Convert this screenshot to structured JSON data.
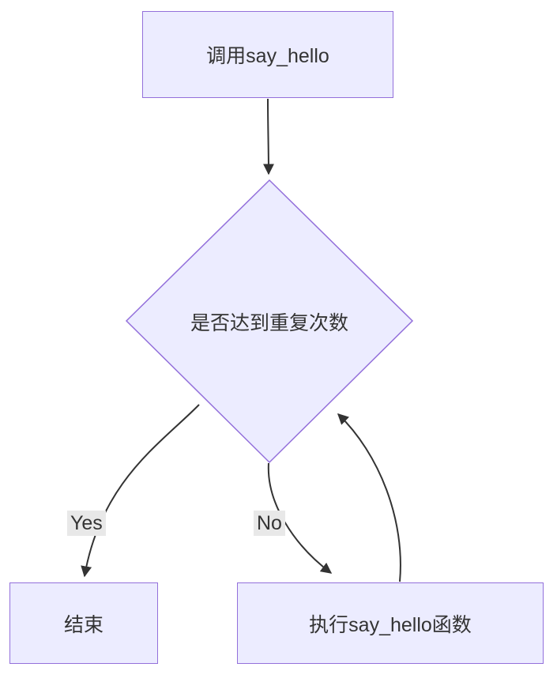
{
  "diagram": {
    "type": "flowchart",
    "direction": "top-down",
    "nodes": {
      "start": {
        "label": "调用say_hello",
        "shape": "rect"
      },
      "decision": {
        "label": "是否达到重复次数",
        "shape": "diamond"
      },
      "end": {
        "label": "结束",
        "shape": "rect"
      },
      "execute": {
        "label": "执行say_hello函数",
        "shape": "rect"
      }
    },
    "edges": [
      {
        "from": "start",
        "to": "decision",
        "label": ""
      },
      {
        "from": "decision",
        "to": "end",
        "label": "Yes"
      },
      {
        "from": "decision",
        "to": "execute",
        "label": "No"
      },
      {
        "from": "execute",
        "to": "decision",
        "label": ""
      }
    ],
    "edge_labels": {
      "yes": "Yes",
      "no": "No"
    },
    "colors": {
      "node_fill": "#ECECFF",
      "node_border": "#9370DB",
      "edge_stroke": "#333333",
      "edge_label_bg": "#e8e8e8",
      "text": "#333333",
      "background": "#ffffff"
    }
  }
}
